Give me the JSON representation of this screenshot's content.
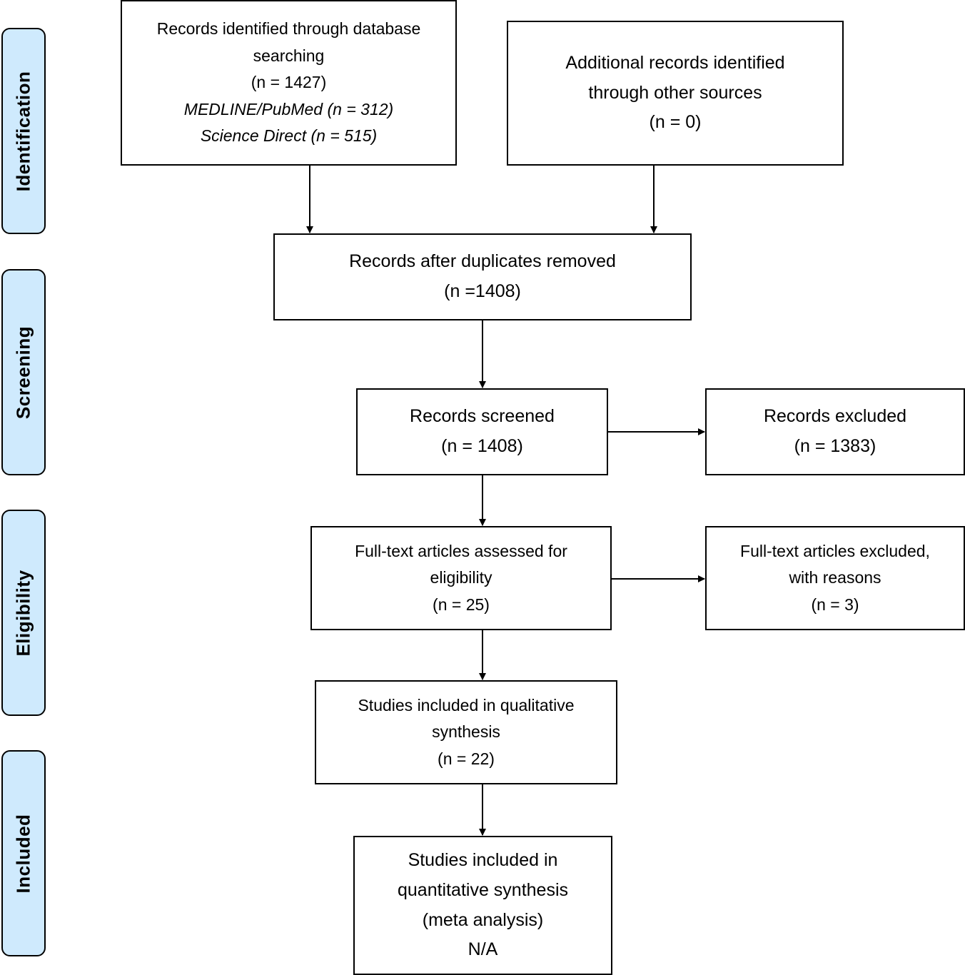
{
  "phases": {
    "identification": "Identification",
    "screening": "Screening",
    "eligibility": "Eligibility",
    "included": "Included"
  },
  "boxes": {
    "database_search": {
      "line1": "Records identified through database",
      "line2": "searching",
      "line3": "(n = 1427)",
      "line4": "MEDLINE/PubMed (n = 312)",
      "line5": "Science Direct (n = 515)"
    },
    "other_sources": {
      "line1": "Additional records identified",
      "line2": "through other sources",
      "line3": "(n = 0)"
    },
    "duplicates_removed": {
      "line1": "Records after duplicates removed",
      "line2": "(n =1408)"
    },
    "screened": {
      "line1": "Records screened",
      "line2": "(n = 1408)"
    },
    "excluded": {
      "line1": "Records excluded",
      "line2": "(n = 1383)"
    },
    "fulltext_assessed": {
      "line1": "Full-text articles assessed for",
      "line2": "eligibility",
      "line3": "(n = 25)"
    },
    "fulltext_excluded": {
      "line1": "Full-text articles excluded,",
      "line2": "with reasons",
      "line3": "(n = 3)"
    },
    "qualitative": {
      "line1": "Studies included in qualitative",
      "line2": "synthesis",
      "line3": "(n = 22)"
    },
    "quantitative": {
      "line1": "Studies included in",
      "line2": "quantitative synthesis",
      "line3": "(meta analysis)",
      "line4": "N/A"
    }
  },
  "colors": {
    "phase_fill": "#cfeafd",
    "border": "#000000",
    "box_fill": "#ffffff"
  }
}
